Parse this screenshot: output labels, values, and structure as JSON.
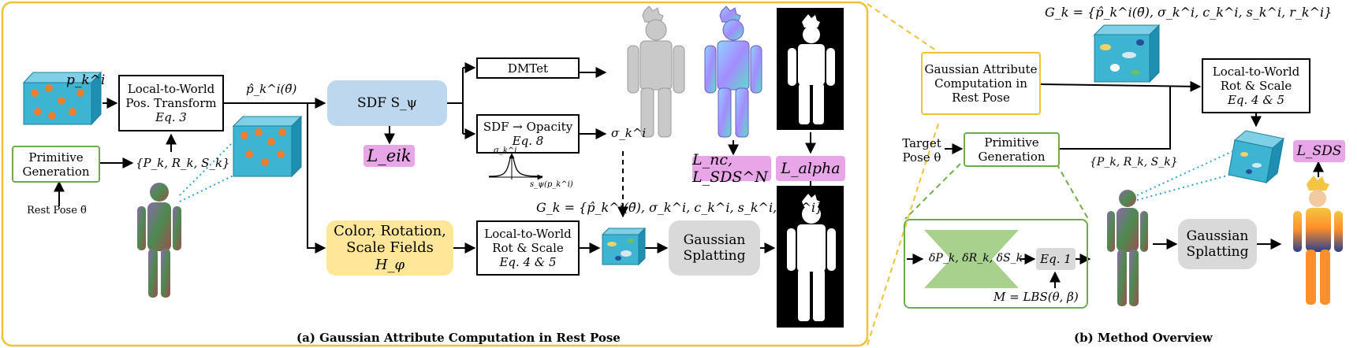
{
  "left_panel": {
    "caption": "(a) Gaussian Attribute Computation in Rest Pose",
    "cube_label": "p_k^i",
    "local_to_world_pos": {
      "line1": "Local-to-World",
      "line2": "Pos. Transform",
      "eq": "Eq. 3"
    },
    "primitive_generation": {
      "line1": "Primitive",
      "line2": "Generation"
    },
    "rest_pose_label": "Rest Pose θ̃",
    "prs_set": "{P_k, R_k, S_k}",
    "rest_point_label": "p̂_k^i(θ̃)",
    "sdf_box": "SDF S_ψ",
    "l_eik": "L_eik",
    "dmtet": "DMTet",
    "sdf_opacity": {
      "line1": "SDF → Opacity",
      "eq": "Eq. 8"
    },
    "sigma_label": "σ_k^i",
    "inset_y_label": "σ_k^i",
    "inset_x_label": "s_ψ(p_k^i)",
    "l_nc_sds": "L_nc, L_SDS^N",
    "l_alpha": "L_alpha",
    "gk_formula": "G_k = {p̂_k^i(θ̃), σ_k^i, c_k^i, s_k^i, r_k^i}",
    "color_fields": {
      "line1": "Color, Rotation,",
      "line2": "Scale Fields",
      "line3": "H_φ"
    },
    "local_to_world_rot": {
      "line1": "Local-to-World",
      "line2": "Rot & Scale",
      "eq": "Eq. 4 & 5"
    },
    "gaussian_splatting": {
      "line1": "Gaussian",
      "line2": "Splatting"
    }
  },
  "right_panel": {
    "caption": "(b) Method Overview",
    "gk_formula": "G_k = {p̂_k^i(θ̃), σ_k^i, c_k^i, s_k^i, r_k^i}",
    "gaussian_attr": {
      "line1": "Gaussian Attribute",
      "line2": "Computation in",
      "line3": "Rest Pose"
    },
    "target_pose": {
      "line1": "Target",
      "line2": "Pose θ"
    },
    "primitive_generation": {
      "line1": "Primitive",
      "line2": "Generation"
    },
    "local_to_world_rot": {
      "line1": "Local-to-World",
      "line2": "Rot & Scale",
      "eq": "Eq. 4 & 5"
    },
    "prs_set": "{P_k, R_k, S_k}",
    "l_sds": "L_SDS",
    "deltas": "δP_k, δR_k, δS_k",
    "eq1": "Eq. 1",
    "lbs": "M = LBS(θ, β)",
    "gaussian_splatting": {
      "line1": "Gaussian",
      "line2": "Splatting"
    }
  },
  "colors": {
    "panel_border": "#f0c233",
    "green_border": "#70ad47",
    "cube_face": "#3cb4d2",
    "dots": "#ed7d31",
    "sdf_fill": "#bdd7ee",
    "fields_fill": "#ffe699",
    "gray_fill": "#d9d9d9",
    "loss_fill": "#e8a6e8",
    "dotted_blue": "#2aa6d6"
  }
}
